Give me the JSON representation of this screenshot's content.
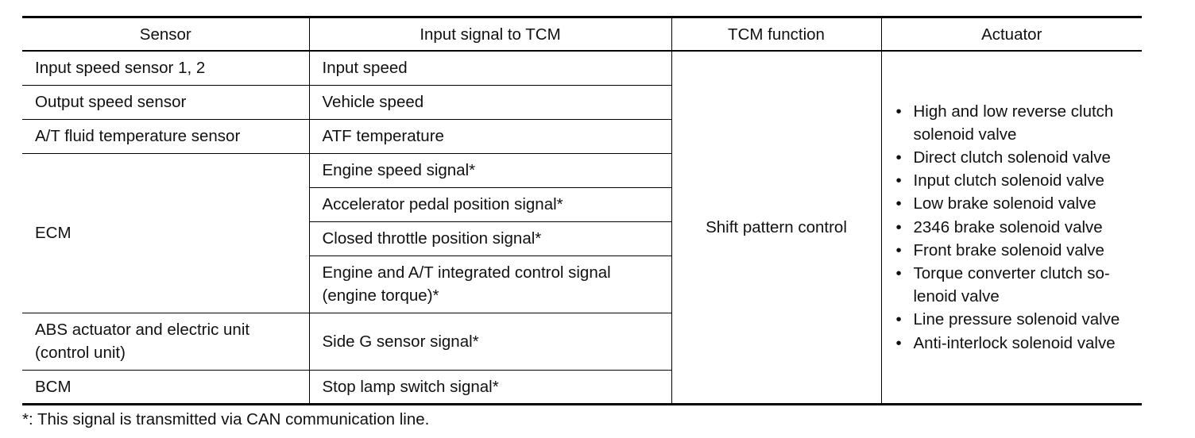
{
  "table": {
    "headers": [
      "Sensor",
      "Input signal to TCM",
      "TCM function",
      "Actuator"
    ],
    "sensors": {
      "input_speed": "Input speed sensor 1, 2",
      "output_speed": "Output speed sensor",
      "af_temp": "A/T fluid temperature sensor",
      "ecm": "ECM",
      "abs": "ABS actuator and electric unit (control unit)",
      "bcm": "BCM"
    },
    "signals": [
      "Input speed",
      "Vehicle speed",
      "ATF temperature",
      "Engine speed signal*",
      "Accelerator pedal position signal*",
      "Closed throttle position signal*",
      "Engine and A/T integrated control signal (engine torque)*",
      "Side G sensor signal*",
      "Stop lamp switch signal*"
    ],
    "tcm_function": "Shift pattern control",
    "actuator_bullet": "•",
    "actuators": [
      "High and low reverse clutch solenoid valve",
      "Direct clutch solenoid valve",
      "Input clutch solenoid valve",
      "Low brake solenoid valve",
      "2346 brake solenoid valve",
      "Front brake solenoid valve",
      "Torque converter clutch so-lenoid valve",
      "Line pressure solenoid valve",
      "Anti-interlock solenoid valve"
    ]
  },
  "footnote": "*: This signal is transmitted via CAN communication line."
}
